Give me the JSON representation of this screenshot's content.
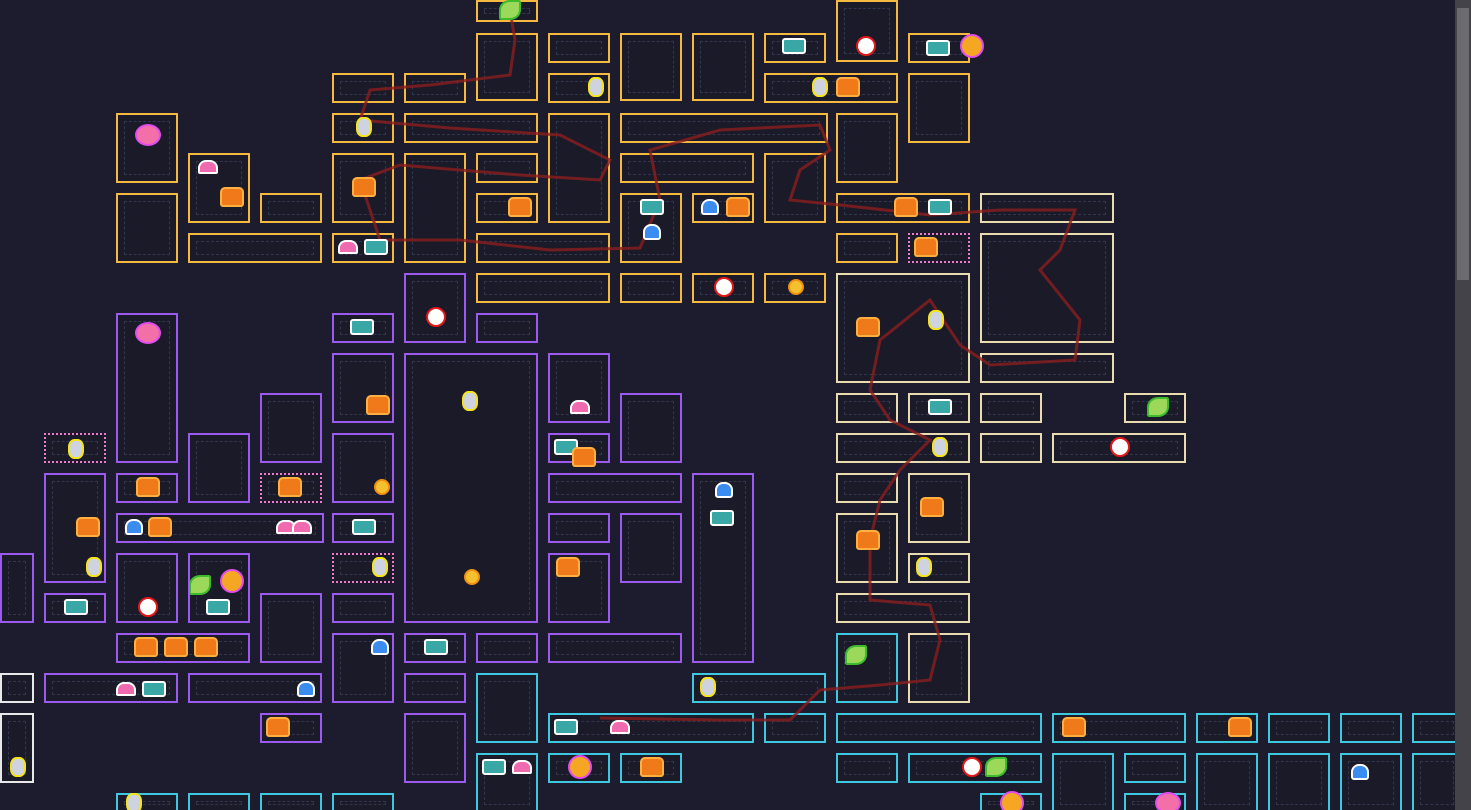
{
  "zones": {
    "orange": {
      "color": "#f5b942"
    },
    "cream": {
      "color": "#e8dcb0"
    },
    "purple": {
      "color": "#9b59f0"
    },
    "cyan": {
      "color": "#3ec8e0"
    },
    "white": {
      "color": "#e8e8e8"
    }
  },
  "marker_types": [
    "treasure-chest",
    "skull",
    "coin",
    "heart",
    "shirt",
    "key",
    "feather",
    "crown",
    "slime",
    "brain"
  ],
  "path_color": "#8a1e1e",
  "door_color": "#e01818",
  "scrollbar": {
    "position_fraction": 0.0,
    "visible_fraction": 0.34
  }
}
